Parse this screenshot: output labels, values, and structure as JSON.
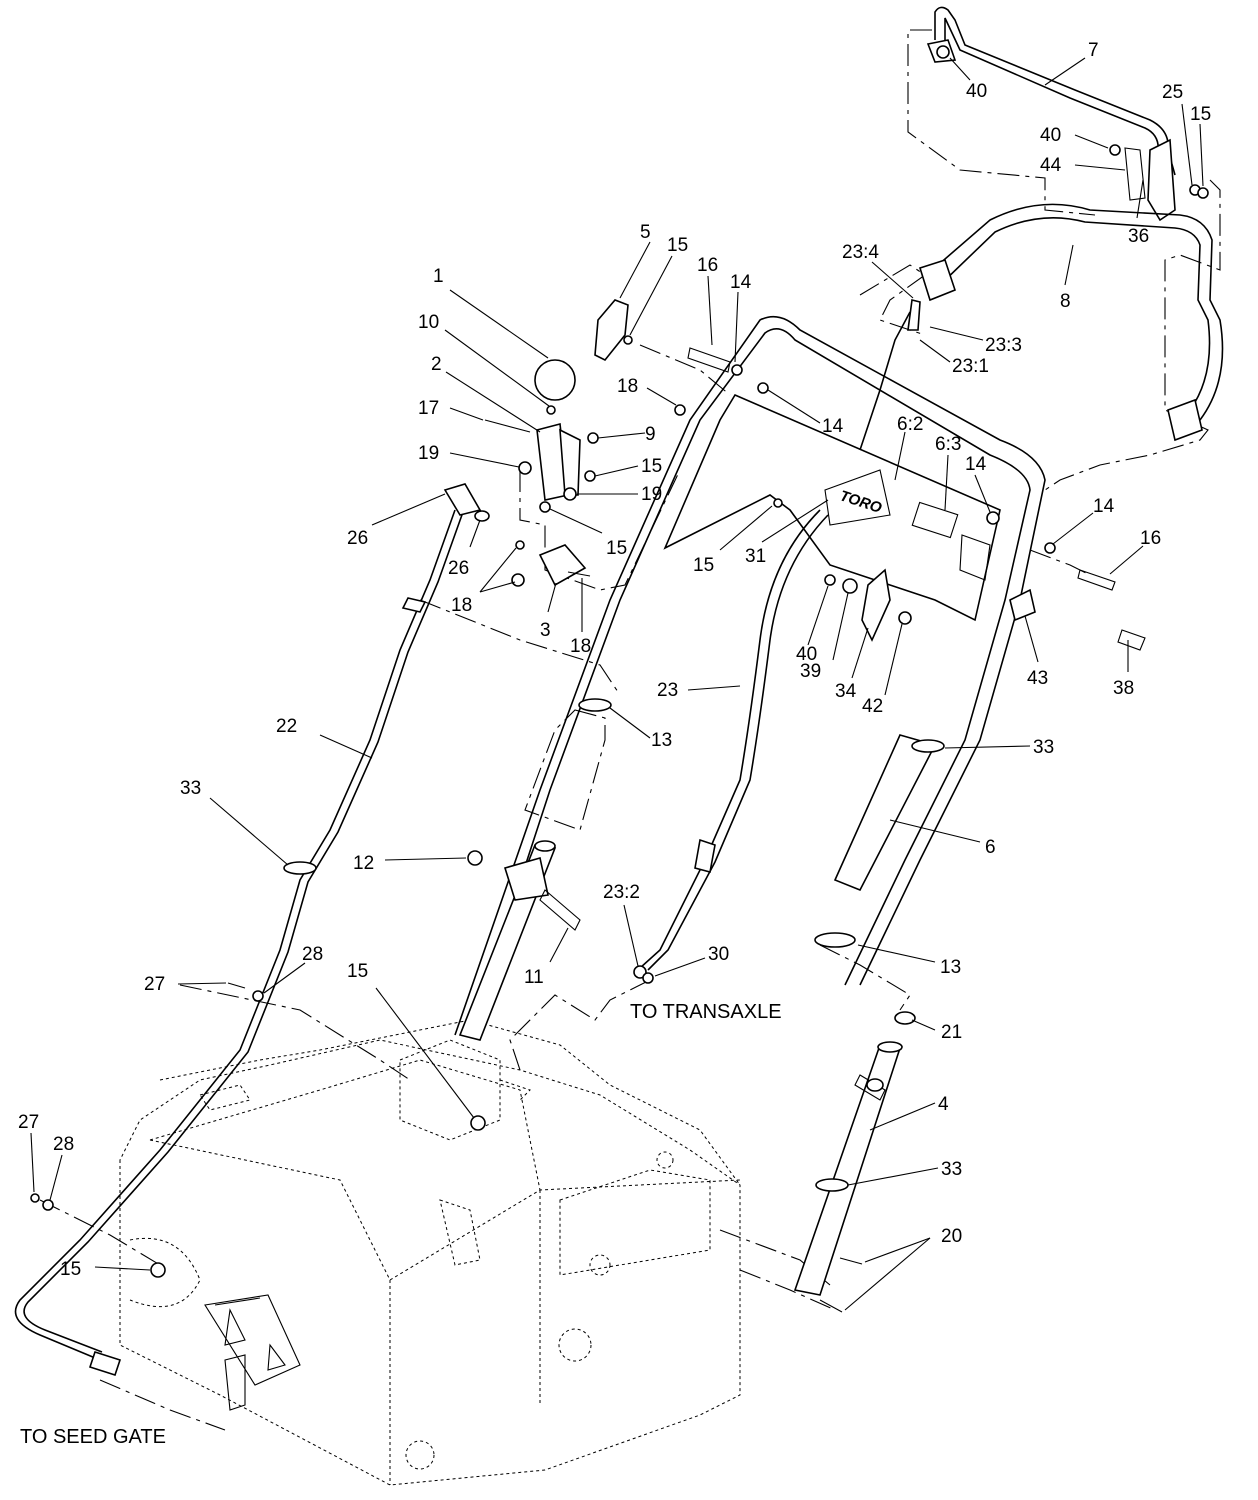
{
  "diagram": {
    "notes": {
      "to_transaxle": "TO TRANSAXLE",
      "to_seed_gate": "TO SEED GATE"
    },
    "callouts": [
      {
        "id": "c7",
        "text": "7"
      },
      {
        "id": "c40a",
        "text": "40"
      },
      {
        "id": "c25",
        "text": "25"
      },
      {
        "id": "c15a",
        "text": "15"
      },
      {
        "id": "c40b",
        "text": "40"
      },
      {
        "id": "c44",
        "text": "44"
      },
      {
        "id": "c36",
        "text": "36"
      },
      {
        "id": "c5",
        "text": "5"
      },
      {
        "id": "c15b",
        "text": "15"
      },
      {
        "id": "c16a",
        "text": "16"
      },
      {
        "id": "c14a",
        "text": "14"
      },
      {
        "id": "c234",
        "text": "23:4"
      },
      {
        "id": "c8",
        "text": "8"
      },
      {
        "id": "c1",
        "text": "1"
      },
      {
        "id": "c233",
        "text": "23:3"
      },
      {
        "id": "c10",
        "text": "10"
      },
      {
        "id": "c231",
        "text": "23:1"
      },
      {
        "id": "c2",
        "text": "2"
      },
      {
        "id": "c18a",
        "text": "18"
      },
      {
        "id": "c17",
        "text": "17"
      },
      {
        "id": "c14b",
        "text": "14"
      },
      {
        "id": "c9",
        "text": "9"
      },
      {
        "id": "c62",
        "text": "6:2"
      },
      {
        "id": "c19a",
        "text": "19"
      },
      {
        "id": "c15c",
        "text": "15"
      },
      {
        "id": "c63",
        "text": "6:3"
      },
      {
        "id": "c19b",
        "text": "19"
      },
      {
        "id": "c14c",
        "text": "14"
      },
      {
        "id": "c26a",
        "text": "26"
      },
      {
        "id": "c15d",
        "text": "15"
      },
      {
        "id": "c14d",
        "text": "14"
      },
      {
        "id": "c26b",
        "text": "26"
      },
      {
        "id": "c15e",
        "text": "15"
      },
      {
        "id": "c31",
        "text": "31"
      },
      {
        "id": "c16b",
        "text": "16"
      },
      {
        "id": "c18b",
        "text": "18"
      },
      {
        "id": "c3",
        "text": "3"
      },
      {
        "id": "c18c",
        "text": "18"
      },
      {
        "id": "c40c",
        "text": "40"
      },
      {
        "id": "c39",
        "text": "39"
      },
      {
        "id": "c34",
        "text": "34"
      },
      {
        "id": "c42",
        "text": "42"
      },
      {
        "id": "c43",
        "text": "43"
      },
      {
        "id": "c38",
        "text": "38"
      },
      {
        "id": "c23",
        "text": "23"
      },
      {
        "id": "c22",
        "text": "22"
      },
      {
        "id": "c13a",
        "text": "13"
      },
      {
        "id": "c33a",
        "text": "33"
      },
      {
        "id": "c33b",
        "text": "33"
      },
      {
        "id": "c6",
        "text": "6"
      },
      {
        "id": "c12",
        "text": "12"
      },
      {
        "id": "c232",
        "text": "23:2"
      },
      {
        "id": "c11",
        "text": "11"
      },
      {
        "id": "c30",
        "text": "30"
      },
      {
        "id": "c13b",
        "text": "13"
      },
      {
        "id": "c28a",
        "text": "28"
      },
      {
        "id": "c27a",
        "text": "27"
      },
      {
        "id": "c15f",
        "text": "15"
      },
      {
        "id": "c21",
        "text": "21"
      },
      {
        "id": "c4",
        "text": "4"
      },
      {
        "id": "c27b",
        "text": "27"
      },
      {
        "id": "c28b",
        "text": "28"
      },
      {
        "id": "c33c",
        "text": "33"
      },
      {
        "id": "c20",
        "text": "20"
      },
      {
        "id": "c15g",
        "text": "15"
      }
    ]
  }
}
